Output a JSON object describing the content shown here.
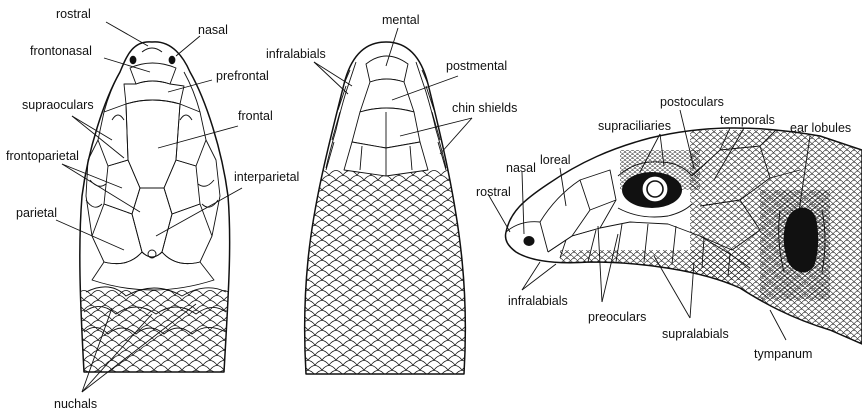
{
  "panels": {
    "dorsal": {
      "labels": {
        "rostral": "rostral",
        "nasal": "nasal",
        "frontonasal": "frontonasal",
        "prefrontal": "prefrontal",
        "supraoculars": "supraoculars",
        "frontal": "frontal",
        "frontoparietal": "frontoparietal",
        "interparietal": "interparietal",
        "parietal": "parietal",
        "nuchals": "nuchals"
      }
    },
    "ventral": {
      "labels": {
        "mental": "mental",
        "infralabials": "infralabials",
        "postmental": "postmental",
        "chin_shields": "chin shields"
      }
    },
    "lateral": {
      "labels": {
        "postoculars": "postoculars",
        "supraciliaries": "supraciliaries",
        "temporals": "temporals",
        "ear_lobules": "ear lobules",
        "loreal": "loreal",
        "nasal": "nasal",
        "rostral": "rostral",
        "infralabials": "infralabials",
        "preoculars": "preoculars",
        "supralabials": "supralabials",
        "tympanum": "tympanum"
      }
    }
  }
}
